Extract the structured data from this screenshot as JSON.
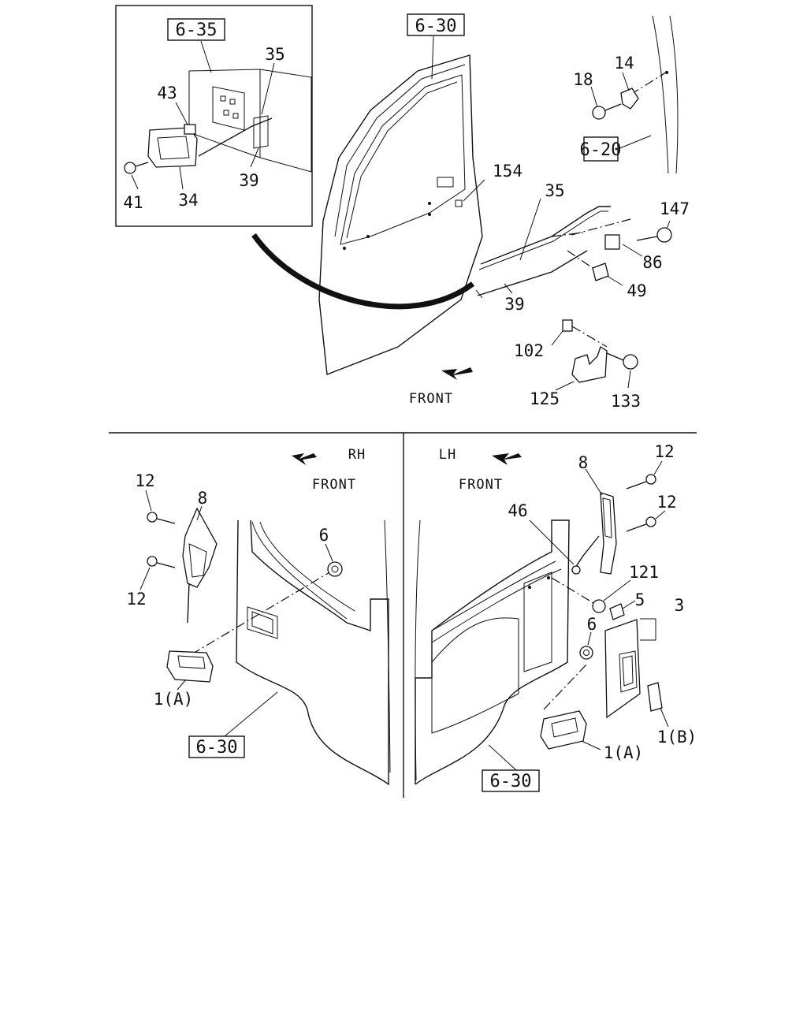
{
  "inset": {
    "ref_label": "6-35",
    "callouts": [
      "35",
      "43",
      "39",
      "41",
      "34"
    ]
  },
  "top": {
    "door_ref": "6-30",
    "body_ref": "6-20",
    "callouts": [
      "14",
      "18",
      "154",
      "35",
      "147",
      "86",
      "49",
      "39",
      "102",
      "125",
      "133"
    ],
    "front_label": "FRONT"
  },
  "rh": {
    "side_label": "RH",
    "front_label": "FRONT",
    "door_ref": "6-30",
    "callouts": [
      "12",
      "8",
      "12",
      "6",
      "1(A)"
    ]
  },
  "lh": {
    "side_label": "LH",
    "front_label": "FRONT",
    "door_ref": "6-30",
    "callouts": [
      "12",
      "8",
      "12",
      "46",
      "121",
      "5",
      "3",
      "6",
      "1(B)",
      "1(A)"
    ]
  }
}
